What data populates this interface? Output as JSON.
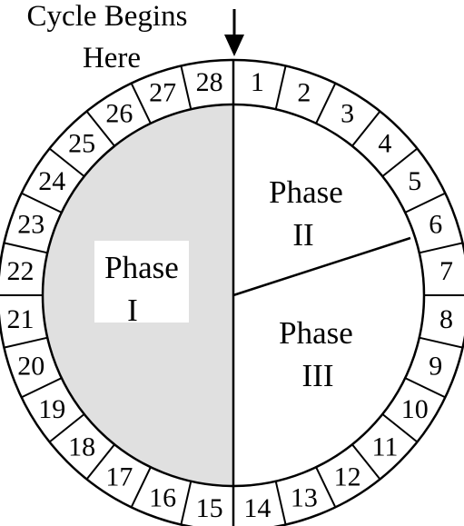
{
  "caption": {
    "line1": "Cycle Begins",
    "line2": "Here"
  },
  "colors": {
    "ink": "#000000",
    "phase_one_fill": "#e0e0e0",
    "label_box": "#ffffff",
    "background": "#ffffff"
  },
  "cycle": {
    "total_days": 28,
    "start_day": 1,
    "days": [
      "1",
      "2",
      "3",
      "4",
      "5",
      "6",
      "7",
      "8",
      "9",
      "10",
      "11",
      "12",
      "13",
      "14",
      "15",
      "16",
      "17",
      "18",
      "19",
      "20",
      "21",
      "22",
      "23",
      "24",
      "25",
      "26",
      "27",
      "28"
    ]
  },
  "phases": [
    {
      "id": "phase-1",
      "word": "Phase",
      "numeral": "I",
      "day_start": 15,
      "day_end": 28
    },
    {
      "id": "phase-2",
      "word": "Phase",
      "numeral": "II",
      "day_start": 1,
      "day_end": 6
    },
    {
      "id": "phase-3",
      "word": "Phase",
      "numeral": "III",
      "day_start": 6,
      "day_end": 14
    }
  ]
}
